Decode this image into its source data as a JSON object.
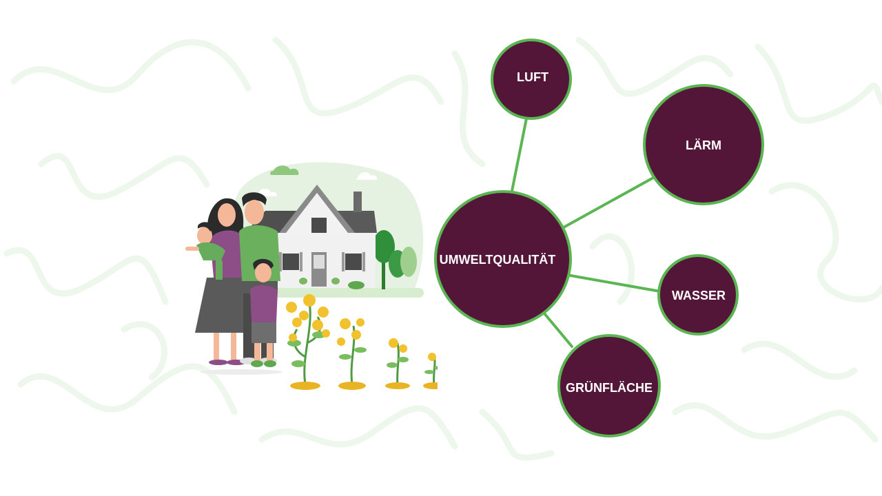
{
  "diagram": {
    "center": {
      "label": "UMWELTQUALITÄT"
    },
    "nodes": [
      {
        "id": "luft",
        "label": "LUFT"
      },
      {
        "id": "laerm",
        "label": "LÄRM"
      },
      {
        "id": "wasser",
        "label": "WASSER"
      },
      {
        "id": "gruenflaeche",
        "label": "GRÜNFLÄCHE"
      }
    ]
  },
  "colors": {
    "node_fill": "#541638",
    "node_border": "#5bb552",
    "connector": "#5bb552",
    "background_pattern": "#eef7ec"
  },
  "illustration": {
    "icon": "family-house-money-plants-icon"
  }
}
